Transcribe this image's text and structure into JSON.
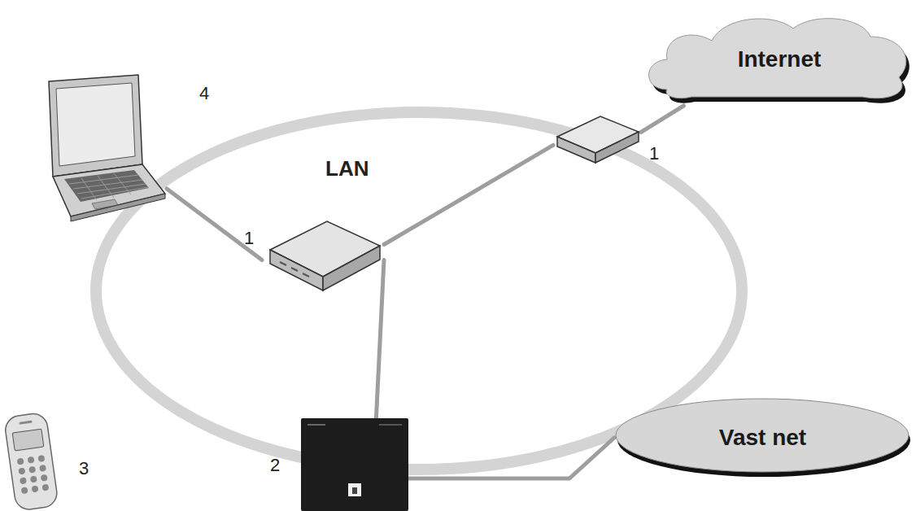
{
  "diagram": {
    "nodes": [
      {
        "text": [
          "Internet"
        ]
      },
      {
        "text": [
          "4"
        ]
      },
      {
        "text": [
          "LAN"
        ]
      },
      {
        "text": [
          "1"
        ]
      },
      {
        "text": [
          "1"
        ]
      },
      {
        "text": [
          "3"
        ]
      },
      {
        "text": [
          "2"
        ]
      },
      {
        "text": [
          "Vast net"
        ]
      }
    ],
    "edges": [
      {
        "from": 1,
        "to": 4,
        "arrow": "none"
      },
      {
        "from": 4,
        "to": 3,
        "arrow": "none"
      },
      {
        "from": 3,
        "to": 0,
        "arrow": "none"
      },
      {
        "from": 4,
        "to": 6,
        "arrow": "none"
      },
      {
        "from": 6,
        "to": 7,
        "arrow": "none"
      }
    ]
  }
}
